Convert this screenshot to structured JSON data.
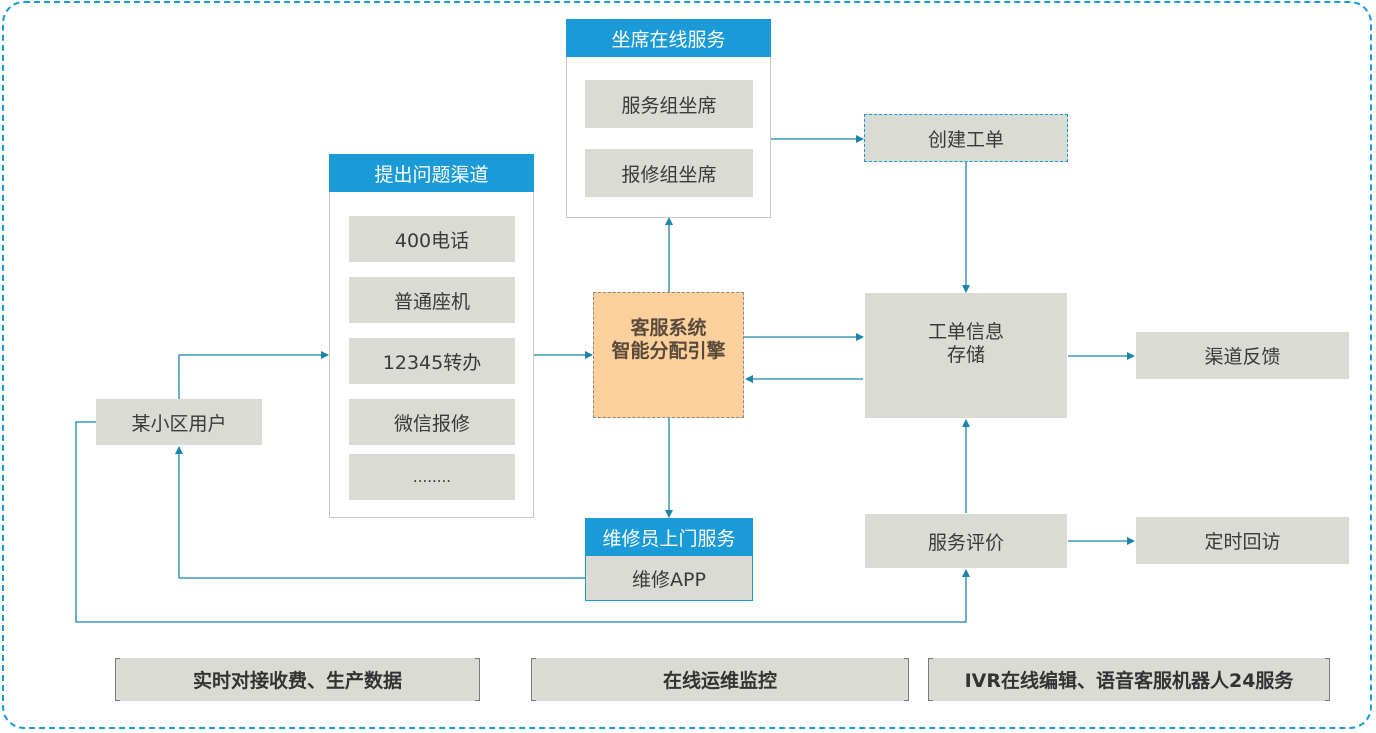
{
  "diagram": {
    "user": "某小区用户",
    "channels": {
      "title": "提出问题渠道",
      "items": [
        "400电话",
        "普通座机",
        "12345转办",
        "微信报修",
        "........"
      ]
    },
    "agent_service": {
      "title": "坐席在线服务",
      "items": [
        "服务组坐席",
        "报修组坐席"
      ]
    },
    "engine": {
      "line1": "客服系统",
      "line2": "智能分配引擎"
    },
    "repair": {
      "title": "维修员上门服务",
      "app": "维修APP"
    },
    "create_ticket": "创建工单",
    "ticket_storage": {
      "line1": "工单信息",
      "line2": "存储"
    },
    "channel_feedback": "渠道反馈",
    "service_rating": "服务评价",
    "scheduled_callback": "定时回访",
    "features": [
      "实时对接收费、生产数据",
      "在线运维监控",
      "IVR在线编辑、语音客服机器人24服务"
    ]
  },
  "colors": {
    "accent_blue": "#1a9bd7",
    "connector": "#1b84a8",
    "box_gray": "#d9dbd4",
    "engine_orange": "#fbd09c"
  }
}
